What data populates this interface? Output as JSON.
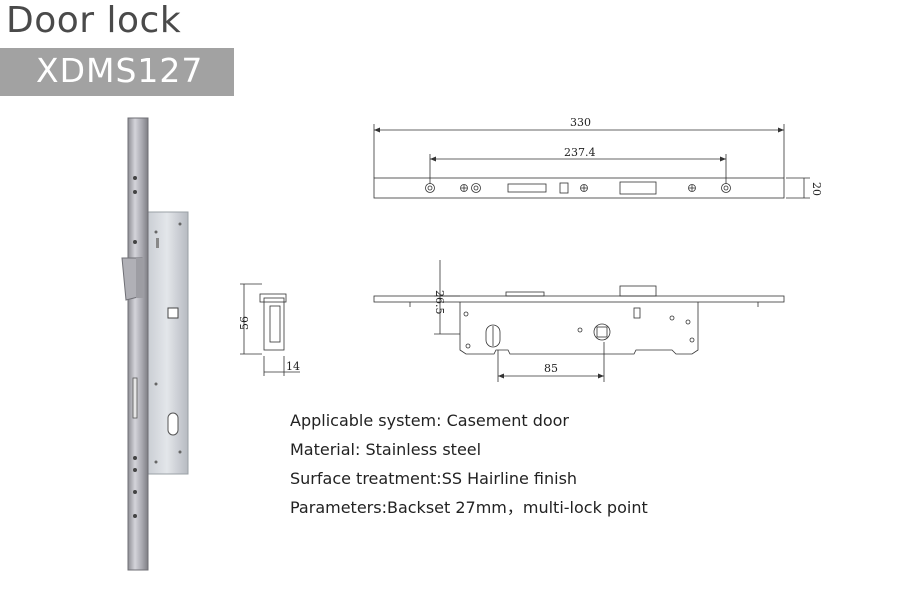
{
  "header": {
    "title": "Door lock",
    "model": "XDMS127"
  },
  "dimensions": {
    "overall_length": "330",
    "hole_spacing": "237.4",
    "faceplate_width": "20",
    "latch_projection": "26.5",
    "side_height": "56",
    "side_width": "14",
    "backset_center": "85"
  },
  "specs": {
    "system": "Applicable system: Casement door",
    "material": "Material: Stainless steel",
    "surface": "Surface treatment:SS Hairline finish",
    "parameters": "Parameters:Backset 27mm，multi-lock point"
  },
  "colors": {
    "model_bar": "#a2a2a2",
    "title": "#4a4a4a",
    "steel": "#b9b9bf"
  }
}
